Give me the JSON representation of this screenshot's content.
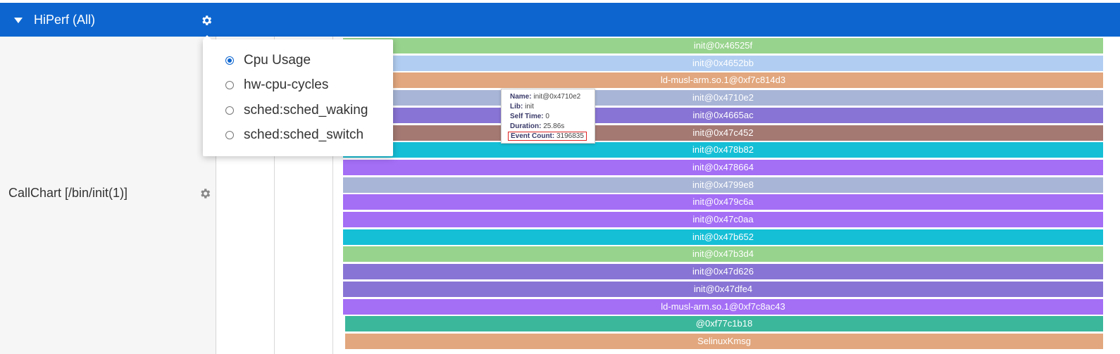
{
  "header": {
    "title": "HiPerf (All)",
    "background": "#0d66d0"
  },
  "left_panel": {
    "label": "CallChart [/bin/init(1)]"
  },
  "dropdown": {
    "options": [
      {
        "label": "Cpu Usage",
        "checked": true
      },
      {
        "label": "hw-cpu-cycles",
        "checked": false
      },
      {
        "label": "sched:sched_waking",
        "checked": false
      },
      {
        "label": "sched:sched_switch",
        "checked": false
      }
    ]
  },
  "tooltip": {
    "name_label": "Name:",
    "name_value": "init@0x4710e2",
    "lib_label": "Lib:",
    "lib_value": "init",
    "self_label": "Self Time:",
    "self_value": "0",
    "duration_label": "Duration:",
    "duration_value": "25.86s",
    "count_label": "Event Count:",
    "count_value": "3196835"
  },
  "stack_frames": [
    {
      "label": "init@0x46525f",
      "color": "#97d38c"
    },
    {
      "label": "init@0x4652bb",
      "color": "#b1cdf1"
    },
    {
      "label": "ld-musl-arm.so.1@0xf7c814d3",
      "color": "#e2a77e"
    },
    {
      "label": "init@0x4710e2",
      "color": "#a8b5d6"
    },
    {
      "label": "init@0x4665ac",
      "color": "#8874d4"
    },
    {
      "label": "init@0x47c452",
      "color": "#a47972"
    },
    {
      "label": "init@0x478b82",
      "color": "#15bfd6"
    },
    {
      "label": "init@0x478664",
      "color": "#a46ef5"
    },
    {
      "label": "init@0x4799e8",
      "color": "#a8b5d6"
    },
    {
      "label": "init@0x479c6a",
      "color": "#a46ef5"
    },
    {
      "label": "init@0x47c0aa",
      "color": "#a46ef5"
    },
    {
      "label": "init@0x47b652",
      "color": "#15bfd6"
    },
    {
      "label": "init@0x47b3d4",
      "color": "#97d38c"
    },
    {
      "label": "init@0x47d626",
      "color": "#8874d4"
    },
    {
      "label": "init@0x47dfe4",
      "color": "#8874d4"
    },
    {
      "label": "ld-musl-arm.so.1@0xf7c8ac43",
      "color": "#a46ef5"
    },
    {
      "label": "@0xf77c1b18",
      "color": "#3bb79c"
    },
    {
      "label": "SelinuxKmsg",
      "color": "#e2a77e"
    }
  ]
}
